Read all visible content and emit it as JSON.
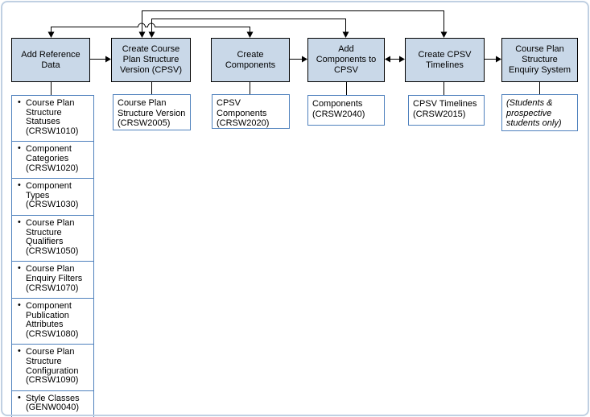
{
  "diagram": {
    "bullet_char": "•",
    "tasks": [
      {
        "label": "Add Reference\nData"
      },
      {
        "label": "Create Course\nPlan Structure\nVersion (CPSV)"
      },
      {
        "label": "Create\nComponents"
      },
      {
        "label": "Add\nComponents to\nCPSV"
      },
      {
        "label": "Create CPSV\nTimelines"
      },
      {
        "label": "Course Plan\nStructure\nEnquiry System"
      }
    ],
    "screens": [
      {
        "label": "Course Plan\nStructure Version\n(CRSW2005)"
      },
      {
        "label": "CPSV\nComponents\n(CRSW2020)"
      },
      {
        "label": "Components\n(CRSW2040)"
      },
      {
        "label": "CPSV Timelines\n(CRSW2015)"
      },
      {
        "label": "(Students &\nprospective\nstudents only)",
        "note": "italic"
      }
    ],
    "reference_items": [
      "Course Plan Structure Statuses (CRSW1010)",
      "Component Categories (CRSW1020)",
      "Component Types (CRSW1030)",
      "Course Plan Structure Qualifiers (CRSW1050)",
      "Course Plan Enquiry Filters (CRSW1070)",
      "Component Publication Attributes (CRSW1080)",
      "Course Plan Structure Configuration (CRSW1090)",
      "Style Classes (GENW0040)"
    ],
    "connections": [
      {
        "from": "Add Reference Data",
        "to": "Create Course Plan Structure Version (CPSV)",
        "style": "one-way"
      },
      {
        "from": "Create Components",
        "to": "Add Components to CPSV",
        "style": "one-way"
      },
      {
        "from": "Add Components to CPSV",
        "to": "Create CPSV Timelines",
        "style": "two-way"
      },
      {
        "from": "Create CPSV Timelines",
        "to": "Course Plan Structure Enquiry System",
        "style": "one-way"
      },
      {
        "from": "Create Course Plan Structure Version (CPSV)",
        "to": "Create CPSV Timelines",
        "style": "two-way-over-top"
      },
      {
        "from": "Create Course Plan Structure Version (CPSV)",
        "to": "Add Components to CPSV",
        "style": "two-way-over-top"
      },
      {
        "from": "Add Reference Data",
        "to": "Create Components",
        "style": "two-way-over-top"
      }
    ],
    "colors": {
      "task_fill": "#c9d8e8",
      "task_border": "#000000",
      "screen_border": "#4f81bd",
      "frame_border": "#c0d0e2",
      "connector": "#000000"
    }
  }
}
